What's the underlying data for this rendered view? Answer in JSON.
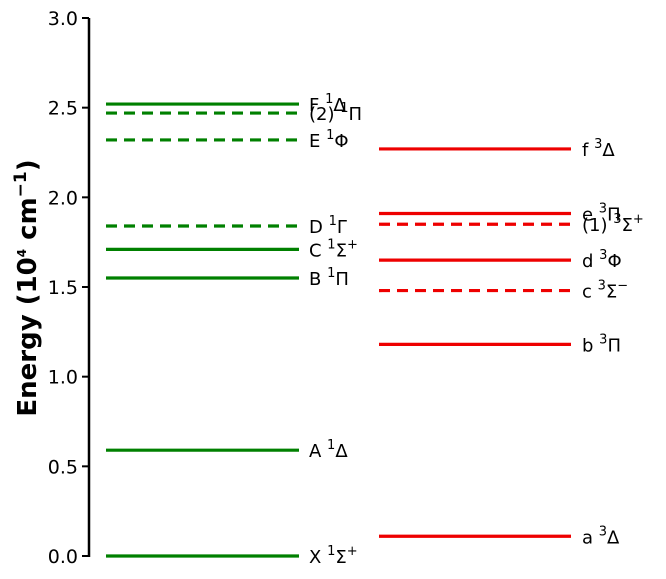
{
  "chart_data": {
    "type": "energy-level-diagram",
    "ylabel": {
      "prefix": "Energy (10",
      "exp1": "4",
      "middle": " cm",
      "exp2": "−1",
      "suffix": ")"
    },
    "ylim": [
      0,
      3.0
    ],
    "yticks": [
      "0.0",
      "0.5",
      "1.0",
      "1.5",
      "2.0",
      "2.5",
      "3.0"
    ],
    "grid": false,
    "columns": [
      {
        "color": "#008000",
        "levels": [
          {
            "energy": 2.52,
            "style": "solid",
            "pre": "F ",
            "sup": "1",
            "sym": "Δ",
            "sup2": ""
          },
          {
            "energy": 2.47,
            "style": "dashed",
            "pre": "(2) ",
            "sup": "1",
            "sym": "Π",
            "sup2": ""
          },
          {
            "energy": 2.32,
            "style": "dashed",
            "pre": "E ",
            "sup": "1",
            "sym": "Φ",
            "sup2": ""
          },
          {
            "energy": 1.84,
            "style": "dashed",
            "pre": "D ",
            "sup": "1",
            "sym": "Γ",
            "sup2": ""
          },
          {
            "energy": 1.71,
            "style": "solid",
            "pre": "C ",
            "sup": "1",
            "sym": "Σ",
            "sup2": "+"
          },
          {
            "energy": 1.55,
            "style": "solid",
            "pre": "B ",
            "sup": "1",
            "sym": "Π",
            "sup2": ""
          },
          {
            "energy": 0.59,
            "style": "solid",
            "pre": "A ",
            "sup": "1",
            "sym": "Δ",
            "sup2": ""
          },
          {
            "energy": 0.0,
            "style": "solid",
            "pre": "X ",
            "sup": "1",
            "sym": "Σ",
            "sup2": "+"
          }
        ]
      },
      {
        "color": "#ee0000",
        "levels": [
          {
            "energy": 2.27,
            "style": "solid",
            "pre": "f ",
            "sup": "3",
            "sym": "Δ",
            "sup2": ""
          },
          {
            "energy": 1.91,
            "style": "solid",
            "pre": "e ",
            "sup": "3",
            "sym": "Π",
            "sup2": ""
          },
          {
            "energy": 1.85,
            "style": "dashed",
            "pre": "(1) ",
            "sup": "3",
            "sym": "Σ",
            "sup2": "+"
          },
          {
            "energy": 1.65,
            "style": "solid",
            "pre": "d ",
            "sup": "3",
            "sym": "Φ",
            "sup2": ""
          },
          {
            "energy": 1.48,
            "style": "dashed",
            "pre": "c ",
            "sup": "3",
            "sym": "Σ",
            "sup2": "−"
          },
          {
            "energy": 1.18,
            "style": "solid",
            "pre": "b ",
            "sup": "3",
            "sym": "Π",
            "sup2": ""
          },
          {
            "energy": 0.11,
            "style": "solid",
            "pre": "a ",
            "sup": "3",
            "sym": "Δ",
            "sup2": ""
          }
        ]
      }
    ]
  }
}
